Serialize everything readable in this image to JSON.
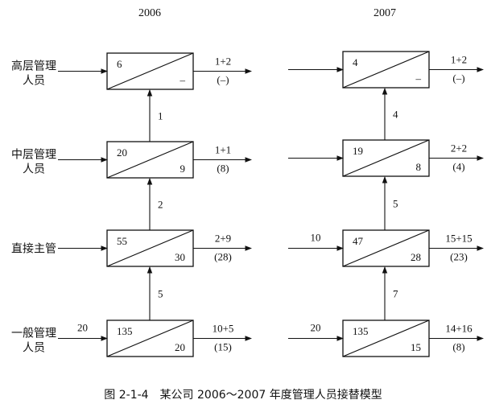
{
  "categories": [
    {
      "line1": "高层管理",
      "line2": "人员"
    },
    {
      "line1": "中层管理",
      "line2": "人员"
    },
    {
      "line1": "直接主管",
      "line2": ""
    },
    {
      "line1": "一般管理",
      "line2": "人员"
    }
  ],
  "years": [
    {
      "label": "2006",
      "rows": [
        {
          "input": "",
          "current": "6",
          "potential": "–",
          "out_top": "1+2",
          "out_bottom": "(–)"
        },
        {
          "input": "",
          "current": "20",
          "potential": "9",
          "out_top": "1+1",
          "out_bottom": "(8)"
        },
        {
          "input": "",
          "current": "55",
          "potential": "30",
          "out_top": "2+9",
          "out_bottom": "(28)"
        },
        {
          "input": "20",
          "current": "135",
          "potential": "20",
          "out_top": "10+5",
          "out_bottom": "(15)"
        }
      ],
      "promotions": [
        "1",
        "2",
        "5"
      ]
    },
    {
      "label": "2007",
      "rows": [
        {
          "input": "",
          "current": "4",
          "potential": "–",
          "out_top": "1+2",
          "out_bottom": "(–)"
        },
        {
          "input": "",
          "current": "19",
          "potential": "8",
          "out_top": "2+2",
          "out_bottom": "(4)"
        },
        {
          "input": "10",
          "current": "47",
          "potential": "28",
          "out_top": "15+15",
          "out_bottom": "(23)"
        },
        {
          "input": "20",
          "current": "135",
          "potential": "15",
          "out_top": "14+16",
          "out_bottom": "(8)"
        }
      ],
      "promotions": [
        "4",
        "5",
        "7"
      ]
    }
  ],
  "caption": "图 2-1-4　某公司 2006～2007 年度管理人员接替模型"
}
